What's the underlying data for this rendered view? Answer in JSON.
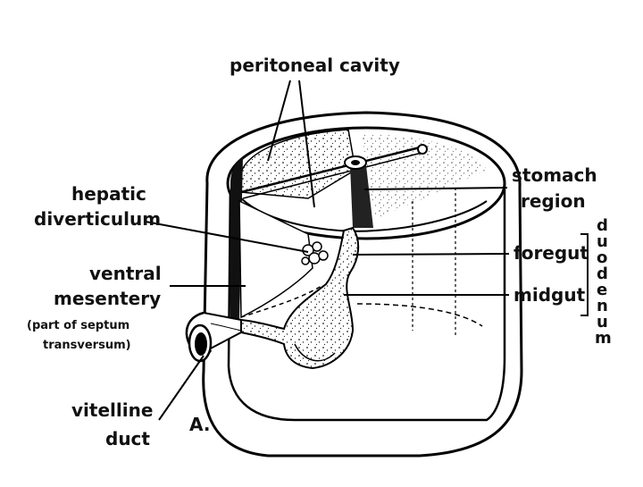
{
  "figure_letter": "A.",
  "labels": {
    "peritoneal_cavity": "peritoneal cavity",
    "hepatic": "hepatic",
    "diverticulum": "diverticulum",
    "ventral": "ventral",
    "mesentery": "mesentery",
    "septum_line1": "(part of septum",
    "septum_line2": "transversum)",
    "vitelline": "vitelline",
    "duct": "duct",
    "stomach": "stomach",
    "region": "region",
    "foregut": "foregut",
    "midgut": "midgut",
    "duodenum": [
      "d",
      "u",
      "o",
      "d",
      "e",
      "n",
      "u",
      "m"
    ]
  }
}
